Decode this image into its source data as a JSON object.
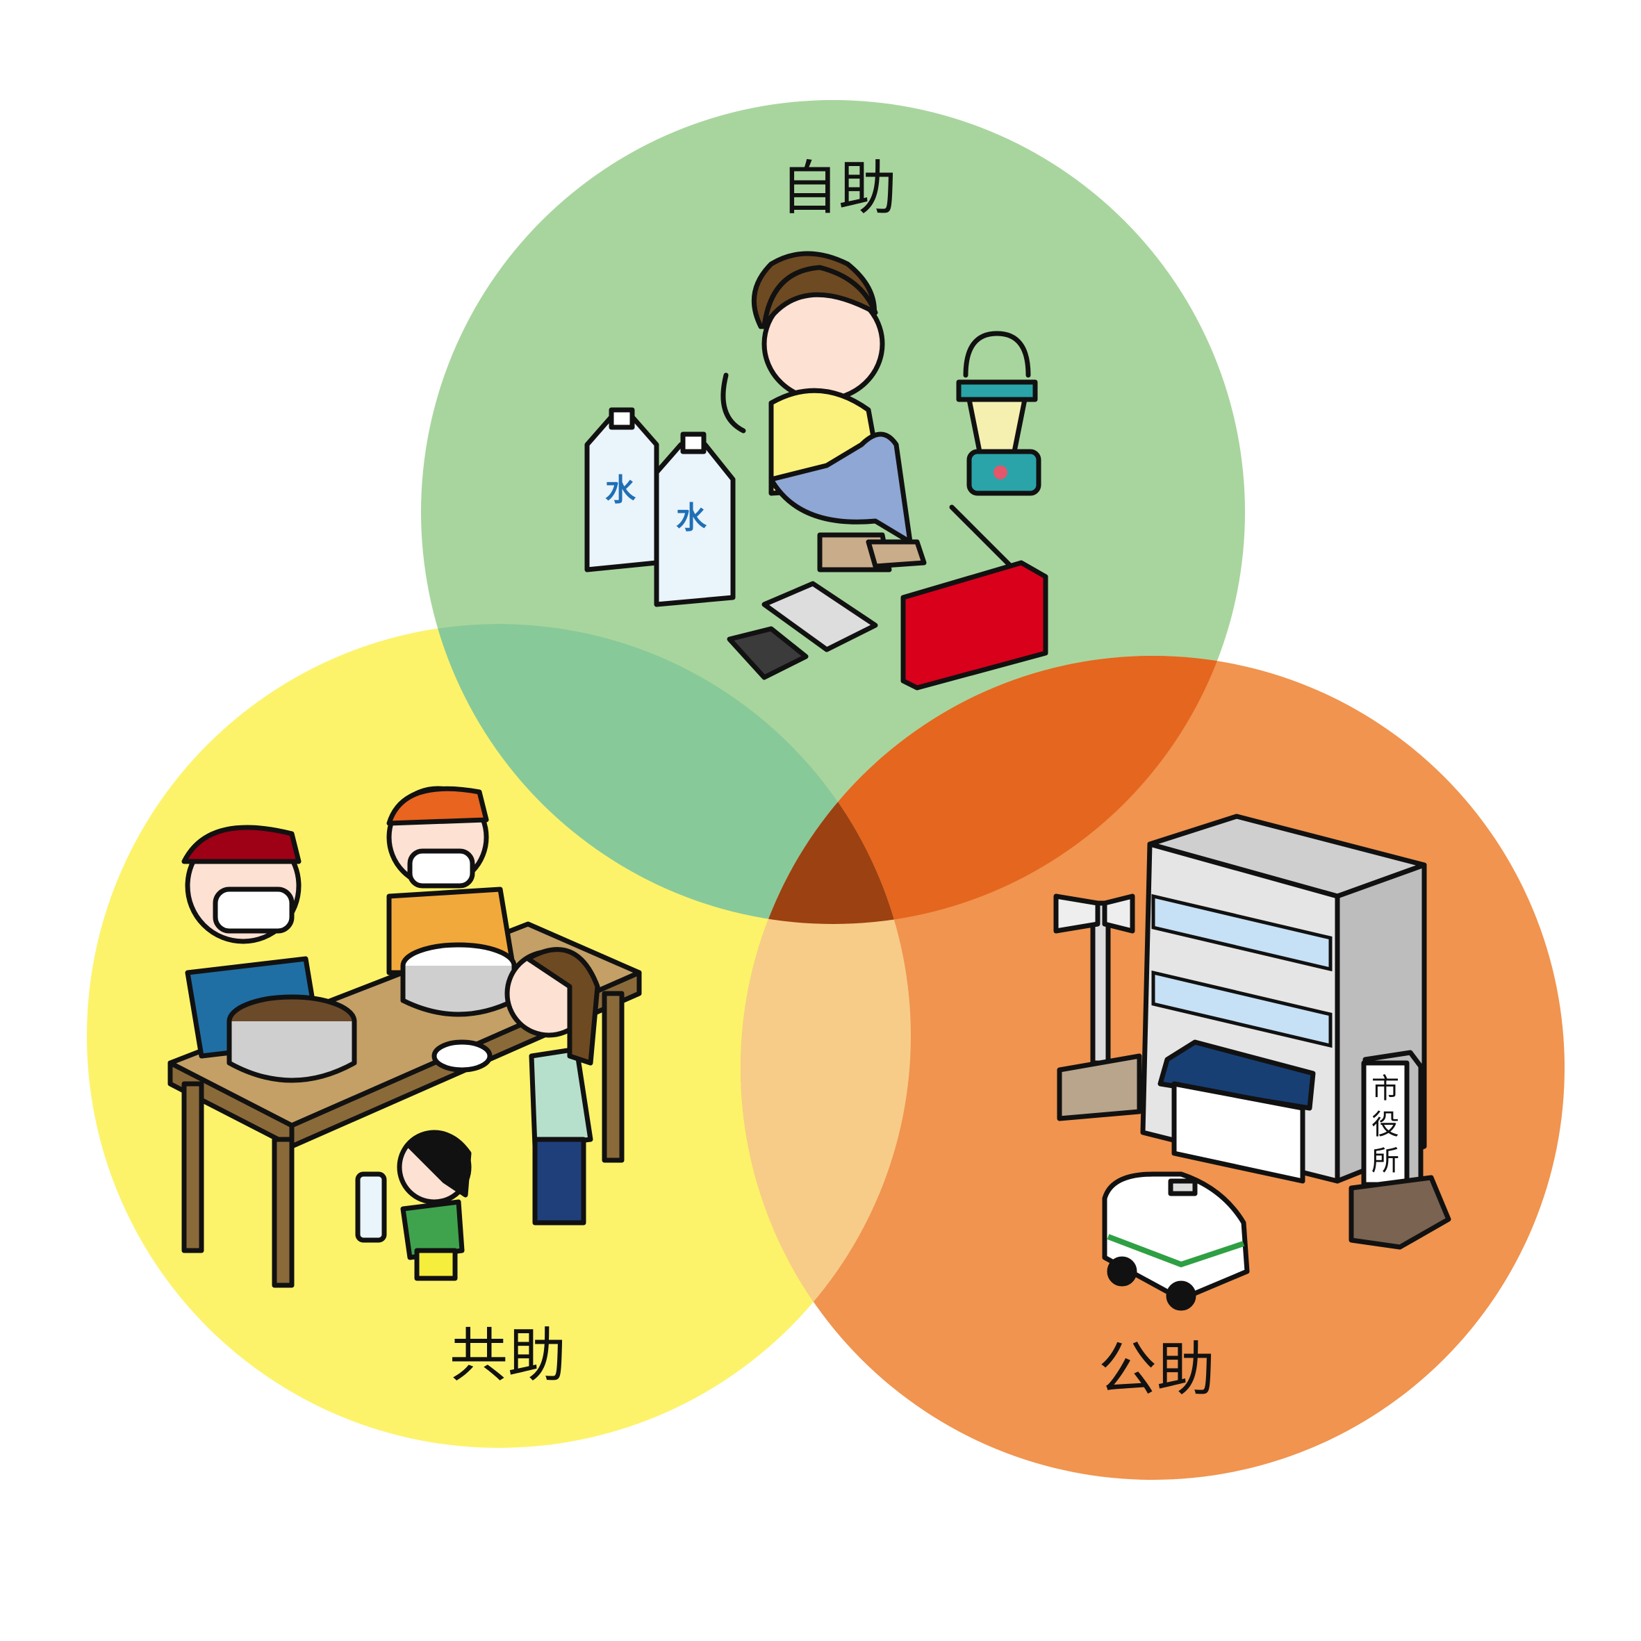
{
  "title": "自助・共助・公助",
  "circles": [
    {
      "id": "self-help",
      "label": "自助",
      "color": "#a8d59e"
    },
    {
      "id": "mutual-help",
      "label": "共助",
      "color": "#fcf36b"
    },
    {
      "id": "public-help",
      "label": "公助",
      "color": "#f0944f"
    }
  ],
  "overlaps": {
    "self_mutual": "#88c99a",
    "self_public": "#e5661e",
    "mutual_public": "#f7cc88",
    "all": "#9c4111"
  },
  "illustrations": {
    "water_bottle_text": "水",
    "city_hall_sign": [
      "市",
      "役",
      "所"
    ]
  }
}
